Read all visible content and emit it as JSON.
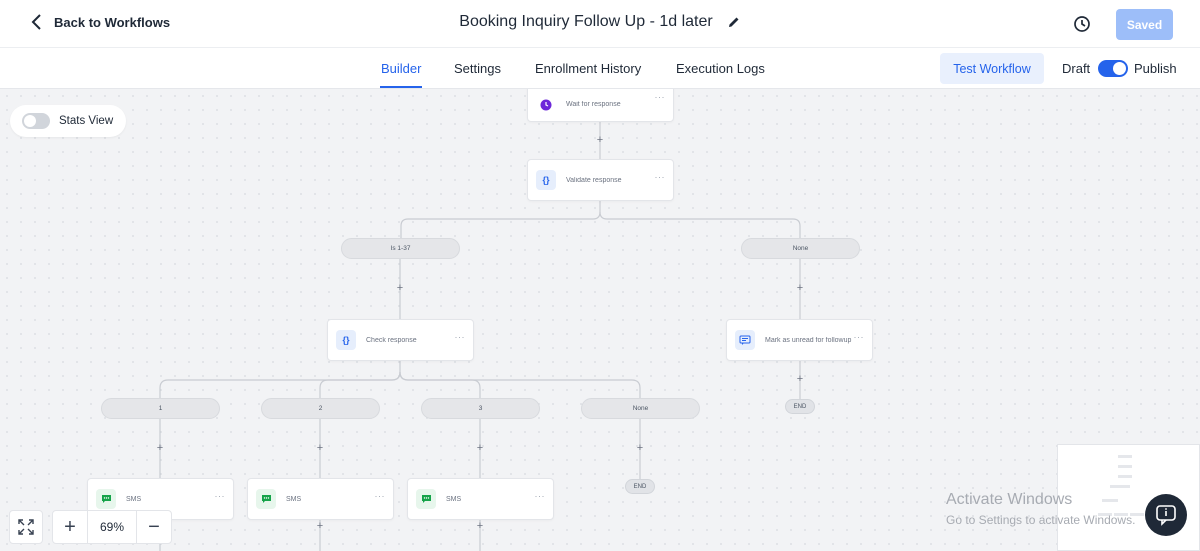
{
  "header": {
    "back_label": "Back to Workflows",
    "title": "Booking Inquiry Follow Up - 1d later",
    "saved_label": "Saved"
  },
  "tabs": [
    {
      "label": "Builder",
      "active": true
    },
    {
      "label": "Settings"
    },
    {
      "label": "Enrollment History"
    },
    {
      "label": "Execution Logs"
    }
  ],
  "actions": {
    "test_label": "Test Workflow",
    "draft_label": "Draft",
    "publish_label": "Publish",
    "published": true
  },
  "stats_view": {
    "label": "Stats View",
    "enabled": false
  },
  "zoom": {
    "value": "69%"
  },
  "nodes": {
    "wait": "Wait for response",
    "validate": "Validate response",
    "check": "Check response",
    "mark_unread": "Mark as unread for followup",
    "sms1": "SMS",
    "sms2": "SMS",
    "sms3": "SMS"
  },
  "branches": {
    "is_1_37": "Is 1-37",
    "none_top": "None",
    "b1": "1",
    "b2": "2",
    "b3": "3",
    "none_bottom": "None"
  },
  "ends": {
    "end1": "END",
    "end2": "END"
  },
  "icons": {
    "wait": "clock-icon",
    "validate": "code-braces-icon",
    "check": "code-braces-icon",
    "mark_unread": "message-icon",
    "sms": "sms-icon",
    "more": "ellipsis-icon"
  },
  "watermark": {
    "line1": "Activate Windows",
    "line2": "Go to Settings to activate Windows."
  },
  "colors": {
    "accent": "#2563eb",
    "saved_button": "#9dbef9",
    "test_button_bg": "#e9f0fd"
  }
}
